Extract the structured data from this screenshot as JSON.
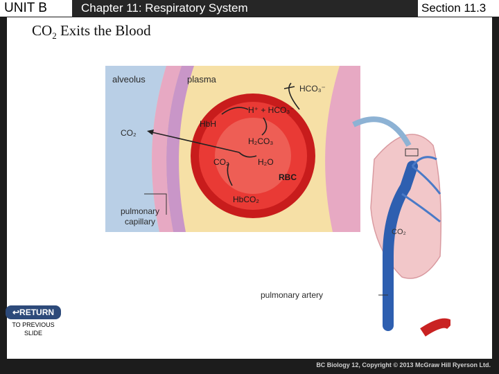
{
  "header": {
    "unit": "UNIT B",
    "chapter": "Chapter 11: Respiratory System",
    "section": "Section 11.3"
  },
  "slide": {
    "title_main": "CO",
    "title_sub": "2",
    "title_rest": " Exits the Blood"
  },
  "figure": {
    "labels": {
      "alveolus": "alveolus",
      "plasma": "plasma",
      "hco3_out": "HCO₃⁻",
      "reaction_top": "H⁺ + HCO₃⁻",
      "hbh": "HbH",
      "co2_left": "CO₂",
      "h2co3": "H₂CO₃",
      "co2": "CO₂",
      "h2o": "H₂O",
      "rbc": "RBC",
      "hbco2": "HbCO₂",
      "pulmonary_capillary_1": "pulmonary",
      "pulmonary_capillary_2": "capillary",
      "co2_lung": "CO₂",
      "pulmonary_artery": "pulmonary artery"
    },
    "colors": {
      "alveolus_fill": "#b9cfe6",
      "plasma_fill": "#f6e0a6",
      "rbc_fill": "#e02a2a",
      "lung_fill": "#f2c7c9",
      "artery_fill": "#2e5fb0"
    }
  },
  "nav": {
    "return_label": "↩RETURN",
    "return_sub": "TO PREVIOUS SLIDE"
  },
  "footer": {
    "copyright": "BC Biology 12, Copyright © 2013 McGraw Hill Ryerson Ltd."
  }
}
